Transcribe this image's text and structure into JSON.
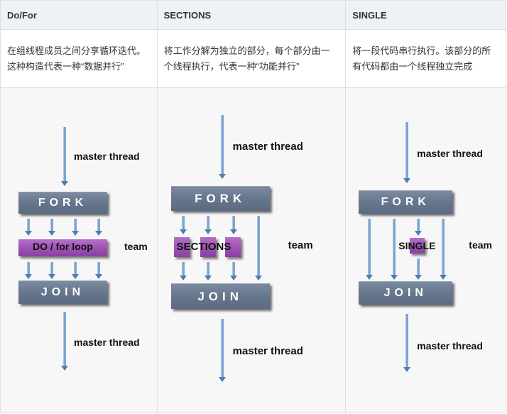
{
  "headers": [
    "Do/For",
    "SECTIONS",
    "SINGLE"
  ],
  "descriptions": [
    "在组线程成员之间分享循环迭代。这种构造代表一种“数据并行”",
    "将工作分解为独立的部分，每个部分由一个线程执行，代表一种“功能并行”",
    "将一段代码串行执行。该部分的所有代码都由一个线程独立完成"
  ],
  "diagram": {
    "master_thread_label": "master thread",
    "fork_label": "FORK",
    "join_label": "JOIN",
    "team_label": "team",
    "dofor_block_label": "DO / for loop",
    "sections_block_label": "SECTIONS",
    "single_block_label": "SINGLE"
  },
  "colors": {
    "fork_join_box": "#66768d",
    "work_block": "#9a4fb0",
    "arrow": "#7ea4d0",
    "header_bg": "#eef1f5",
    "diagram_bg": "#f7f7f7"
  }
}
